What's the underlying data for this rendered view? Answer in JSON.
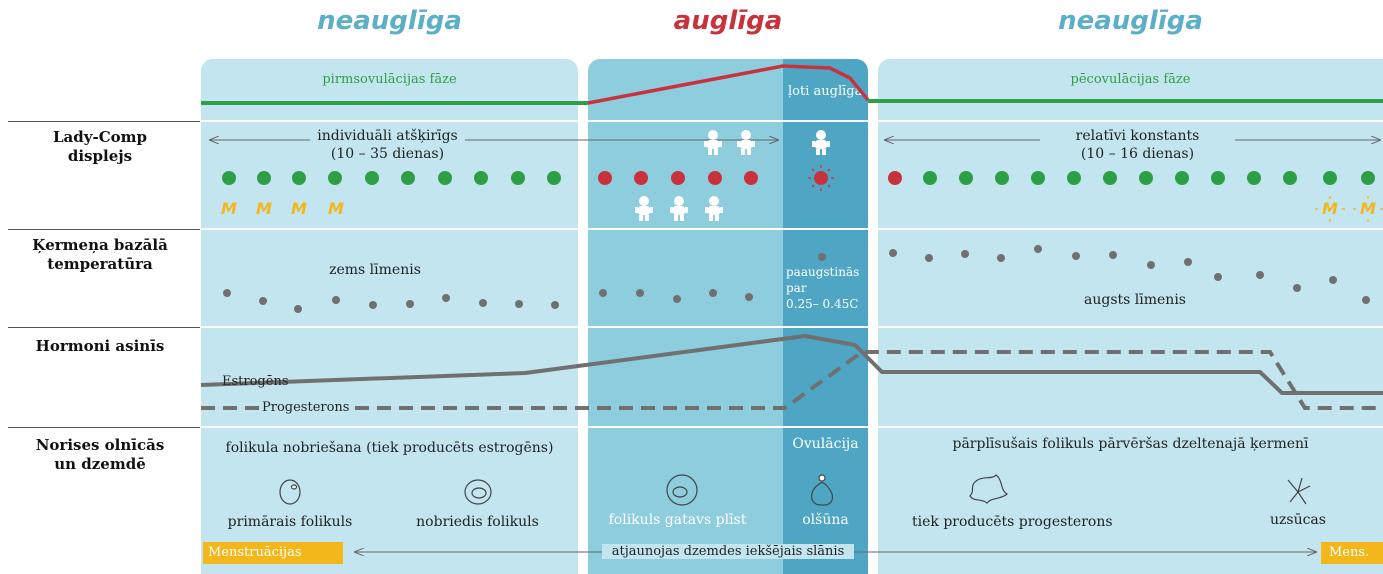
{
  "phases": {
    "left": "neauglīga",
    "middle": "auglīga",
    "right": "neauglīga"
  },
  "phase_labels": {
    "pre": "pirmsovulācijas fāze",
    "post": "pēcovulācijas fāze",
    "very_fertile": "ļoti auglīga"
  },
  "rows": {
    "display": "Lady-Comp displejs",
    "temp": "Ķermeņa bazālā temperatūra",
    "hormones": "Hormoni asinīs",
    "processes": "Norises olnīcās un dzemdē"
  },
  "display": {
    "left_duration_1": "individuāli atšķirīgs",
    "left_duration_2": "(10 – 35 dienas)",
    "right_duration_1": "relatīvi konstants",
    "right_duration_2": "(10 – 16 dienas)",
    "m_symbol": "M"
  },
  "temp": {
    "low": "zems līmenis",
    "high": "augsts līmenis",
    "rise_1": "paaugstinās",
    "rise_2": "par",
    "rise_3": "0.25– 0.45C"
  },
  "hormones": {
    "estrogen": "Estrogēns",
    "progesterone": "Progesterons"
  },
  "processes": {
    "left_title": "folikula nobriešana (tiek producēts estrogēns)",
    "primary_follicle": "primārais folikuls",
    "mature_follicle": "nobriedis folikuls",
    "ready_follicle": "folikuls gatavs plīst",
    "ovulation": "Ovulācija",
    "egg": "olšūna",
    "right_title": "pārplīsušais folikuls pārvēršas dzeltenajā ķermenī",
    "progesterone_produced": "tiek producēts progesterons",
    "absorbed": "uzsūcas",
    "menstruation": "Menstruācijas",
    "lining": "atjaunojas dzemdes iekšējais slānis",
    "mens_short": "Mens."
  },
  "colors": {
    "infertile": "#5bb0c8",
    "fertile": "#c8323c",
    "panel_light": "#c3e5ef",
    "panel_mid": "#8dcddd",
    "panel_dark": "#4ea6c4",
    "green": "#2e9e47",
    "red": "#c8323c",
    "yellow": "#f3b61b",
    "grey": "#707070"
  }
}
